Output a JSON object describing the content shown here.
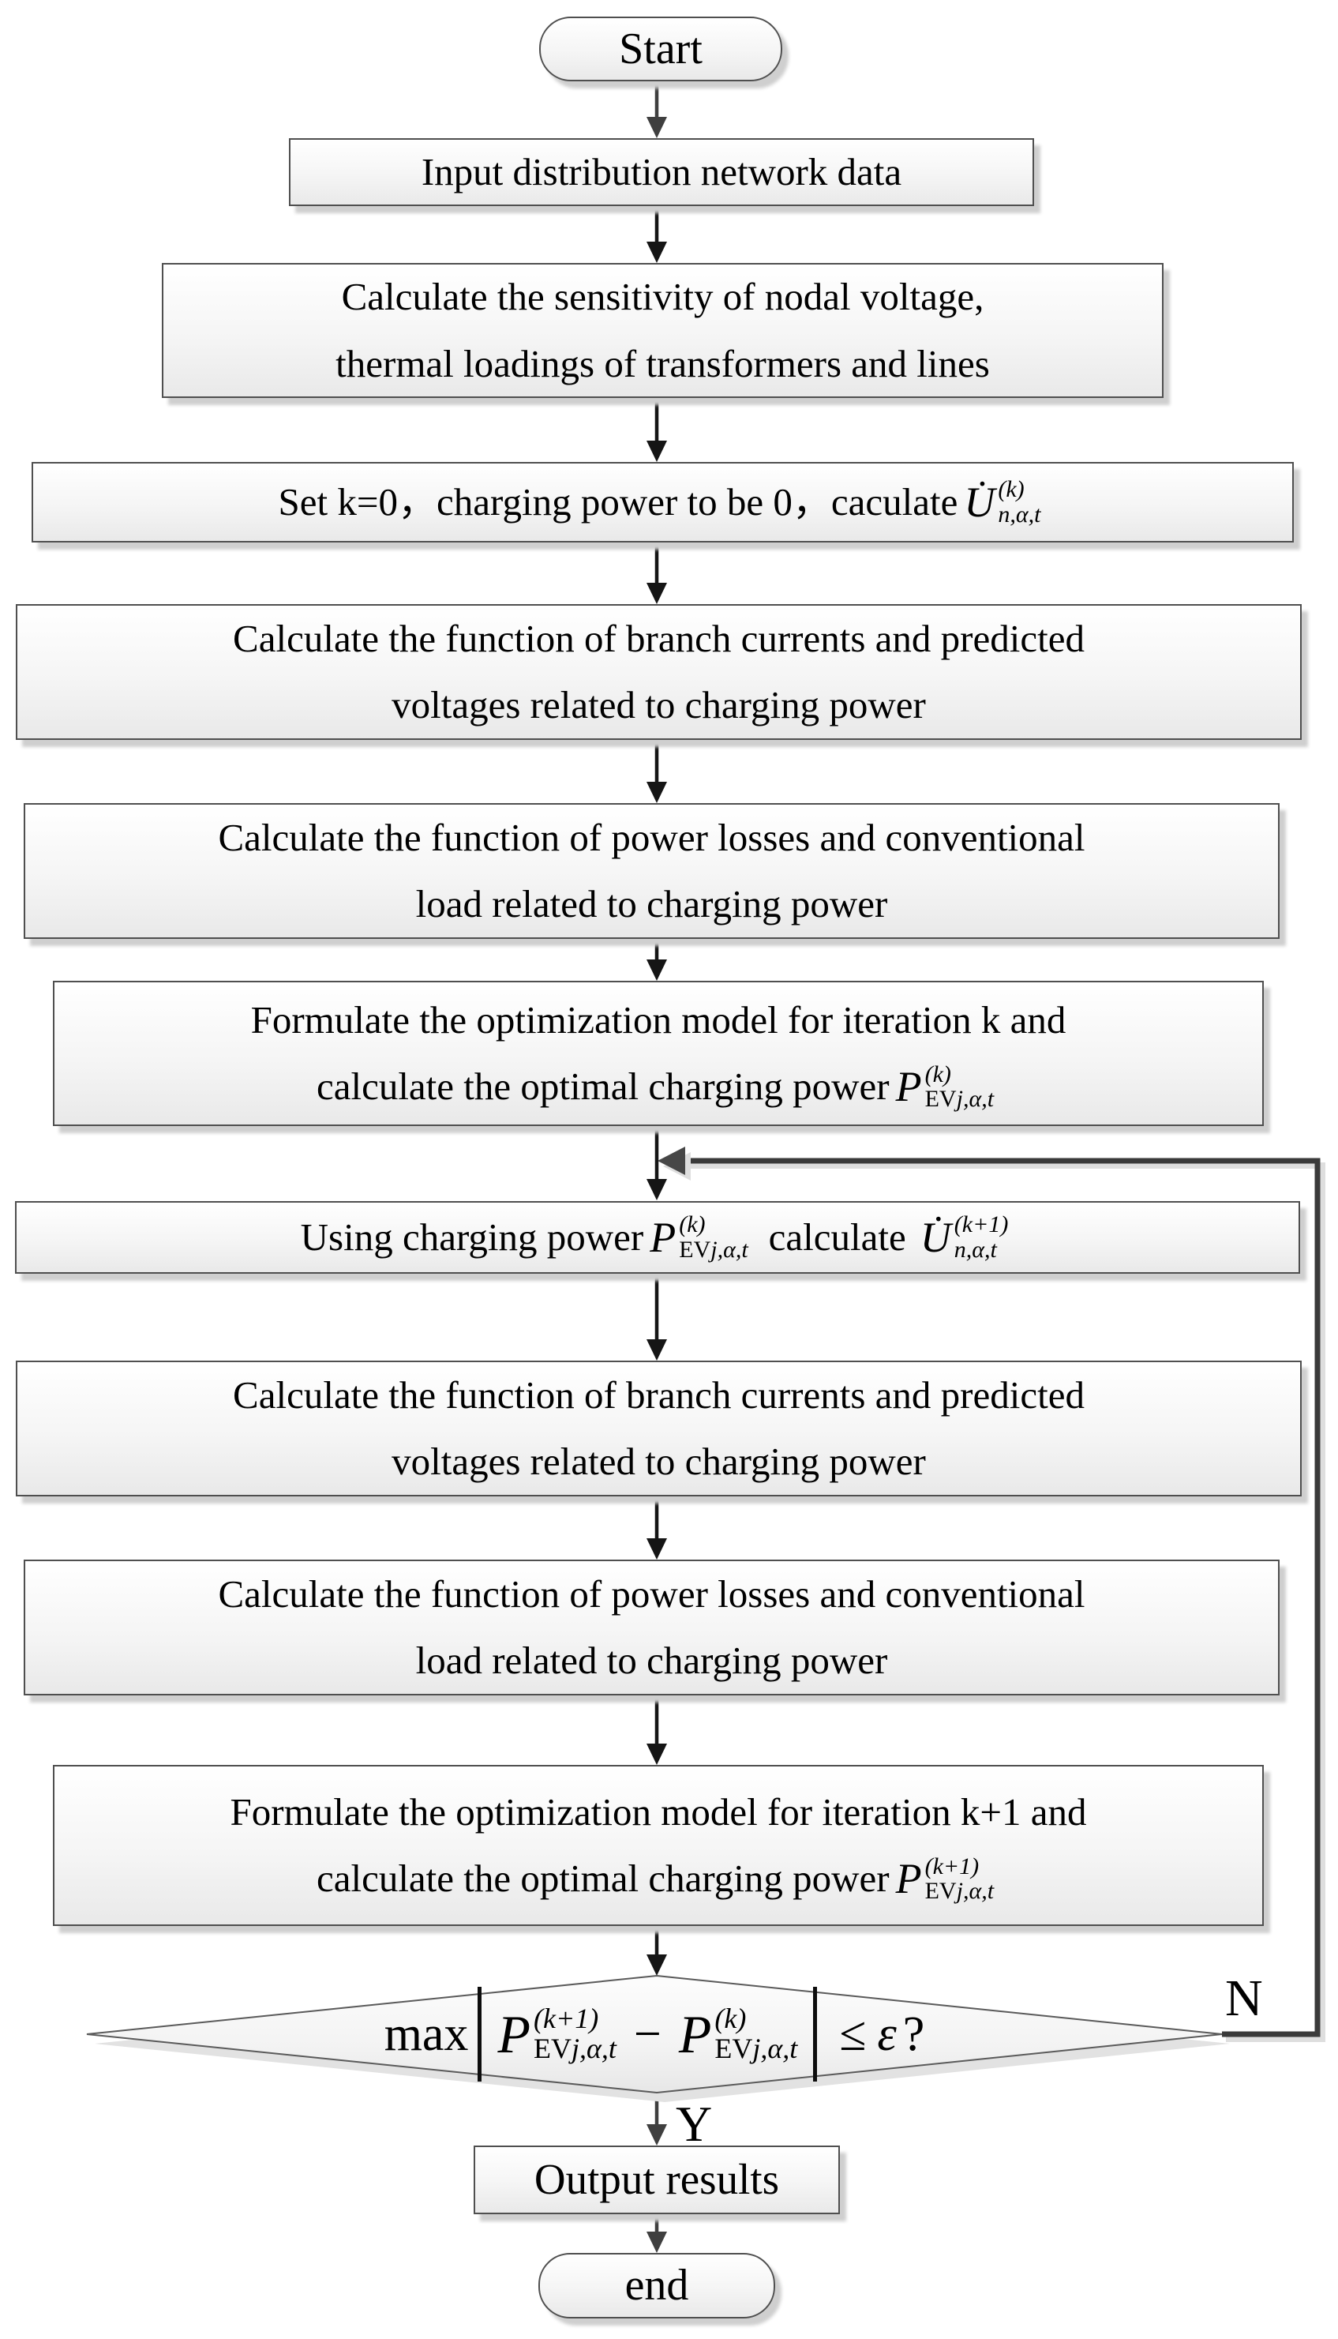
{
  "figure": {
    "type": "flowchart",
    "description": "Iterative optimal EV charging power algorithm flowchart"
  },
  "colors": {
    "box_border": "#4f4f4f",
    "box_fill_top": "#ffffff",
    "box_fill_bottom": "#e9e9e9",
    "shadow": "#cfcfcf",
    "arrow_dark": "#151515",
    "arrow_soft": "#3f3f3f",
    "loop_line": "#3a3a3a",
    "text": "#000000"
  },
  "nodes": {
    "start": {
      "label": "Start"
    },
    "input_data": {
      "label": "Input distribution network data"
    },
    "sensitivity": {
      "line1": "Calculate the sensitivity of nodal voltage,",
      "line2": "thermal loadings of transformers and lines"
    },
    "init_k": {
      "text": "Set k=0，charging power to be 0，caculate",
      "u": {
        "sym": "U̇",
        "sup": "(k)",
        "sub": "n,α,t"
      }
    },
    "branch_currents_1": {
      "line1": "Calculate the function of branch currents and predicted",
      "line2": "voltages related to charging power"
    },
    "power_losses_1": {
      "line1": "Calculate the function of power losses and conventional",
      "line2": "load related to charging power"
    },
    "formulate_k": {
      "line1": "Formulate the optimization model for iteration k and",
      "line2": "calculate the optimal charging power",
      "p": {
        "sym": "P",
        "sup": "(k)",
        "sub_roman": "EV",
        "sub_italic": "j,α,t"
      }
    },
    "using_power": {
      "pre": "Using charging power",
      "p": {
        "sym": "P",
        "sup": "(k)",
        "sub_roman": "EV",
        "sub_italic": "j,α,t"
      },
      "mid": "calculate",
      "u": {
        "sym": "U̇",
        "sup": "(k+1)",
        "sub": "n,α,t"
      }
    },
    "branch_currents_2": {
      "line1": "Calculate the function of branch currents and predicted",
      "line2": "voltages related to charging power"
    },
    "power_losses_2": {
      "line1": "Calculate the function of power losses and conventional",
      "line2": "load related to charging power"
    },
    "formulate_k1": {
      "line1": "Formulate the optimization model for iteration k+1 and",
      "line2": "calculate the optimal charging power",
      "p": {
        "sym": "P",
        "sup": "(k+1)",
        "sub_roman": "EV",
        "sub_italic": "j,α,t"
      }
    },
    "decision": {
      "func": "max",
      "p1": {
        "sym": "P",
        "sup": "(k+1)",
        "sub_roman": "EV",
        "sub_italic": "j,α,t"
      },
      "minus": "−",
      "p2": {
        "sym": "P",
        "sup": "(k)",
        "sub_roman": "EV",
        "sub_italic": "j,α,t"
      },
      "leq": "≤",
      "epsilon": "ε",
      "question": "?"
    },
    "output": {
      "label": "Output results"
    },
    "end": {
      "label": "end"
    }
  },
  "edge_labels": {
    "yes": "Y",
    "no": "N"
  }
}
